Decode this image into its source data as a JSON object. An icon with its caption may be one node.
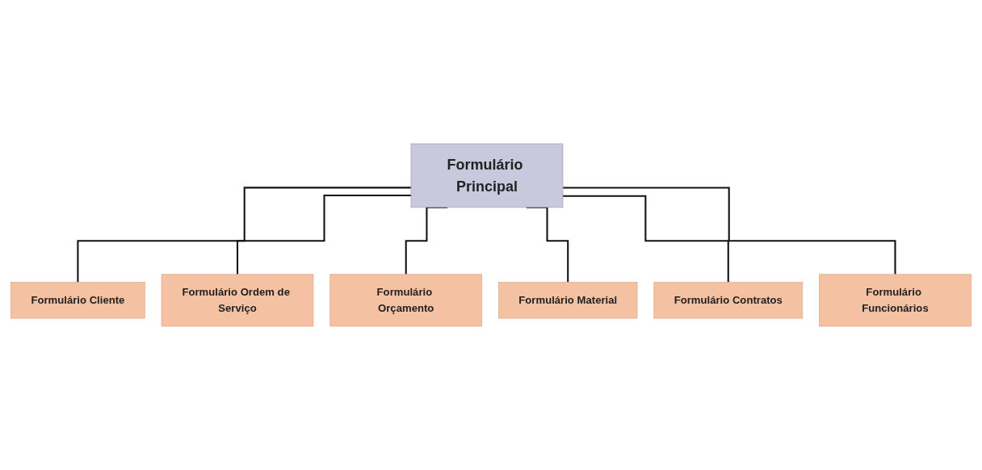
{
  "diagram": {
    "nodes": [
      {
        "text": [
          "Formulário Principal"
        ]
      },
      {
        "text": [
          "Formulário Cliente"
        ]
      },
      {
        "text": [
          "Formulário Ordem de Serviço"
        ]
      },
      {
        "text": [
          "Formulário Orçamento"
        ]
      },
      {
        "text": [
          "Formulário Material"
        ]
      },
      {
        "text": [
          "Formulário Contratos"
        ]
      },
      {
        "text": [
          "Formulário Funcionários"
        ]
      }
    ],
    "edges": [
      {
        "from": 0,
        "to": 1,
        "arrow": "none"
      },
      {
        "from": 0,
        "to": 2,
        "arrow": "none"
      },
      {
        "from": 0,
        "to": 3,
        "arrow": "none"
      },
      {
        "from": 0,
        "to": 4,
        "arrow": "none"
      },
      {
        "from": 0,
        "to": 5,
        "arrow": "none"
      },
      {
        "from": 0,
        "to": 6,
        "arrow": "none"
      }
    ]
  }
}
